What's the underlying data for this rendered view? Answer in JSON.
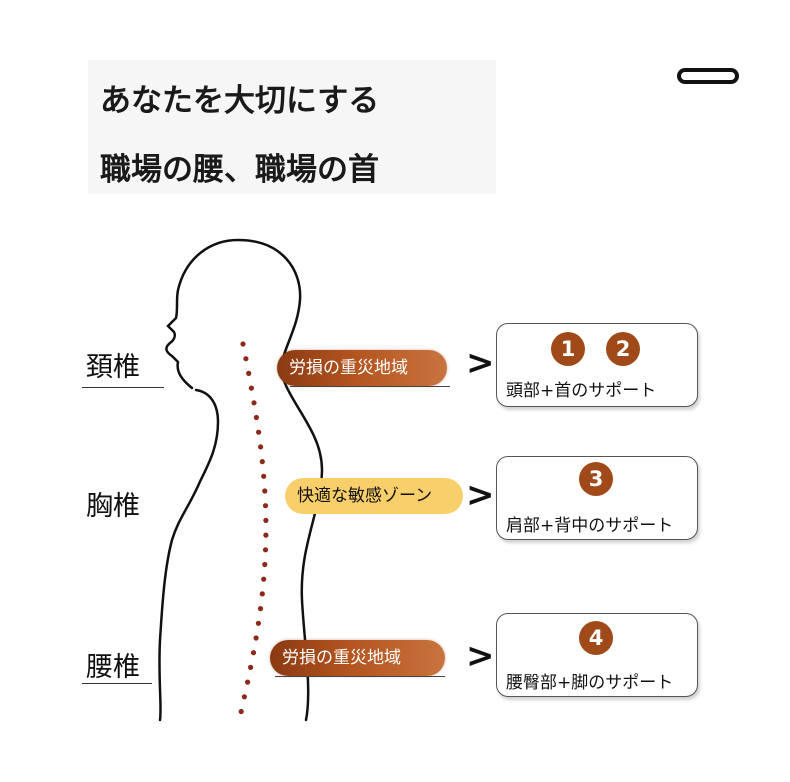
{
  "header": {
    "line1": "あなたを大切にする",
    "line2": "職場の腰、職場の首"
  },
  "menu_icon": "menu-pill-icon",
  "spine_sections": [
    {
      "label": "頚椎",
      "zone_text": "労損の重災地域",
      "zone_type": "strain",
      "numbers": [
        "1",
        "2"
      ],
      "support_text": "頭部+首のサポート"
    },
    {
      "label": "胸椎",
      "zone_text": "快適な敏感ゾーン",
      "zone_type": "comfort",
      "numbers": [
        "3"
      ],
      "support_text": "肩部+背中のサポート"
    },
    {
      "label": "腰椎",
      "zone_text": "労損の重災地域",
      "zone_type": "strain",
      "numbers": [
        "4"
      ],
      "support_text": "腰臀部+脚のサポート"
    }
  ],
  "colors": {
    "strain": "#b4541f",
    "comfort": "#f8cf6a",
    "number_circle": "#a04a1a",
    "spine_dots": "#8b2a1a"
  }
}
